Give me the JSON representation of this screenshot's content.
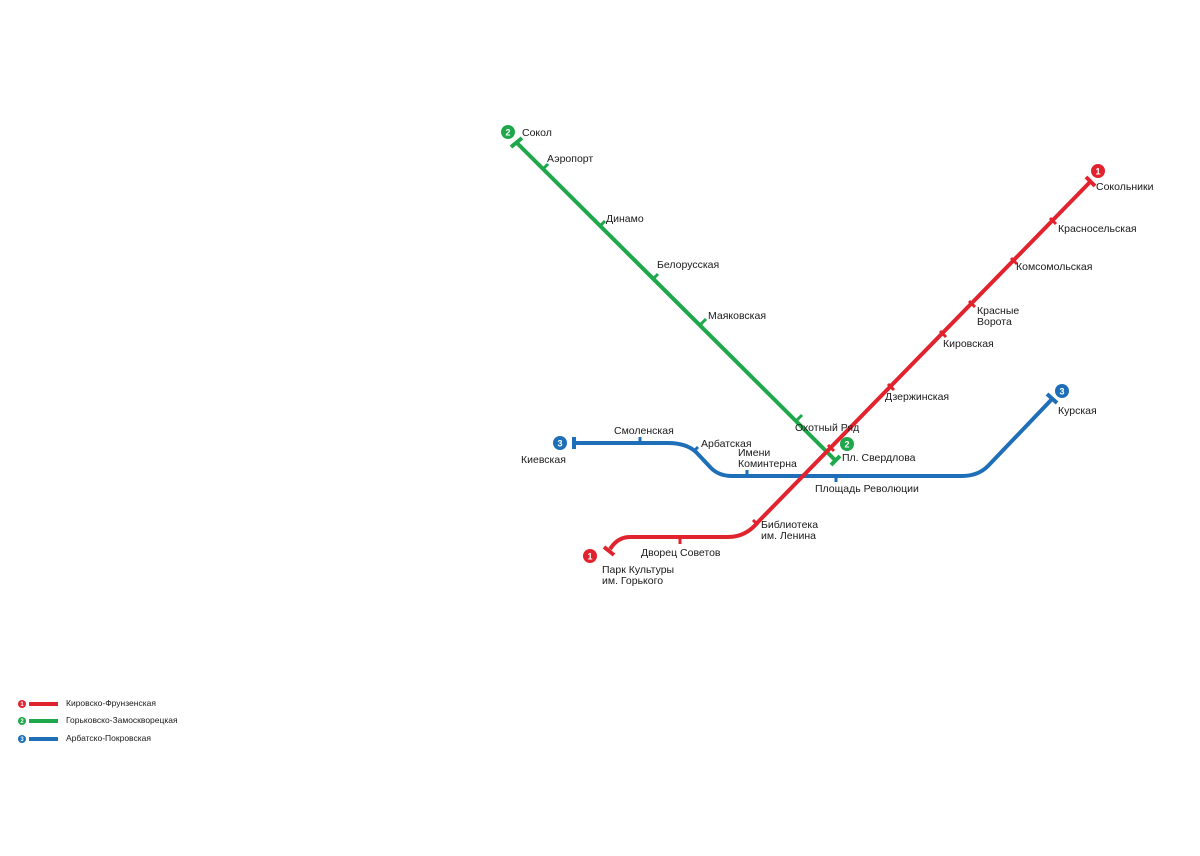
{
  "colors": {
    "line1": "#e1232e",
    "line2": "#1fa84b",
    "line3": "#1e6fb8"
  },
  "lines": [
    {
      "id": "line1",
      "number": "1",
      "name": "Кировско-Фрунзенская",
      "stations": {
        "sokolniki": "Сокольники",
        "krasnoselskaya": "Красносельская",
        "komsomolskaya": "Комсомольская",
        "krasnye_vorota_1": "Красные",
        "krasnye_vorota_2": "Ворота",
        "kirovskaya": "Кировская",
        "dzerzhinskaya": "Дзержинская",
        "okhotny_ryad": "Охотный Ряд",
        "biblioteka_1": "Библиотека",
        "biblioteka_2": "им. Ленина",
        "dvorets_sovetov": "Дворец Советов",
        "park_kultury_1": "Парк Культуры",
        "park_kultury_2": "им. Горького"
      }
    },
    {
      "id": "line2",
      "number": "2",
      "name": "Горьковско-Замоскворецкая",
      "stations": {
        "sokol": "Сокол",
        "aeroport": "Аэропорт",
        "dinamo": "Динамо",
        "belorusskaya": "Белорусская",
        "mayakovskaya": "Маяковская",
        "pl_sverdlova": "Пл. Свердлова"
      }
    },
    {
      "id": "line3",
      "number": "3",
      "name": "Арбатско-Покровская",
      "stations": {
        "kievskaya": "Киевская",
        "smolenskaya": "Смоленская",
        "arbatskaya": "Арбатская",
        "komintern_1": "Имени",
        "komintern_2": "Коминтерна",
        "pl_revolyutsii": "Площадь Революции",
        "kurskaya": "Курская"
      }
    }
  ],
  "legend": [
    {
      "number": "1",
      "name": "Кировско-Фрунзенская"
    },
    {
      "number": "2",
      "name": "Горьковско-Замоскворецкая"
    },
    {
      "number": "3",
      "name": "Арбатско-Покровская"
    }
  ]
}
